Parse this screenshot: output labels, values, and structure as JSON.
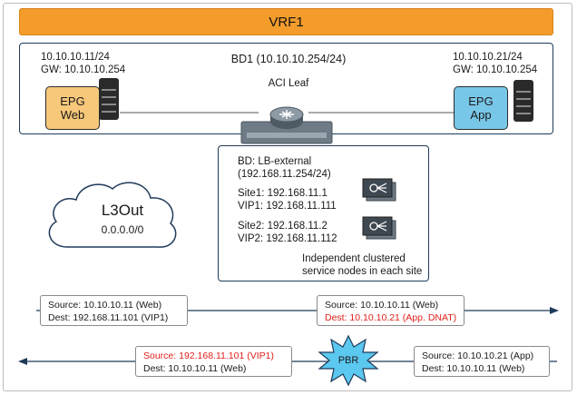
{
  "vrf": {
    "label": "VRF1"
  },
  "bd": {
    "title": "BD1 (10.10.10.254/24)",
    "leaf_label": "ACI Leaf",
    "left_ip": "10.10.10.11/24",
    "left_gw": "GW: 10.10.10.254",
    "right_ip": "10.10.10.21/24",
    "right_gw": "GW: 10.10.10.254"
  },
  "epg_web": {
    "line1": "EPG",
    "line2": "Web",
    "color": "#f7c77a"
  },
  "epg_app": {
    "line1": "EPG",
    "line2": "App",
    "color": "#79c7e8"
  },
  "lb": {
    "bd_line1": "BD: LB-external",
    "bd_line2": "(192.168.11.254/24)",
    "site1_ip": "Site1: 192.168.11.1",
    "site1_vip": "VIP1: 192.168.11.111",
    "site2_ip": "Site2: 192.168.11.2",
    "site2_vip": "VIP2: 192.168.11.112",
    "caption1": "Independent clustered",
    "caption2": "service nodes in each site"
  },
  "l3out": {
    "title": "L3Out",
    "subnet": "0.0.0.0/0"
  },
  "flows": {
    "f1_source": "Source: 10.10.10.11 (Web)",
    "f1_dest": "Dest: 192.168.11.101 (VIP1)",
    "f2_source": "Source: 10.10.10.11 (Web)",
    "f2_dest": "Dest: 10.10.10.21 (App. DNAT)",
    "f3_source": "Source: 192.168.11.101 (VIP1)",
    "f3_dest": "Dest: 10.10.10.11 (Web)",
    "f4_source": "Source: 10.10.10.21 (App)",
    "f4_dest": "Dest: 10.10.10.11 (Web)"
  },
  "pbr": {
    "label": "PBR",
    "color": "#5bc8f0"
  },
  "colors": {
    "vrf": "#f39c2c",
    "border": "#1f3b5a",
    "arrow": "#1f3b5a",
    "highlight": "#e0201b"
  },
  "icons": [
    "server-icon",
    "router-icon",
    "service-node-icon",
    "cloud-icon",
    "starburst-icon"
  ]
}
